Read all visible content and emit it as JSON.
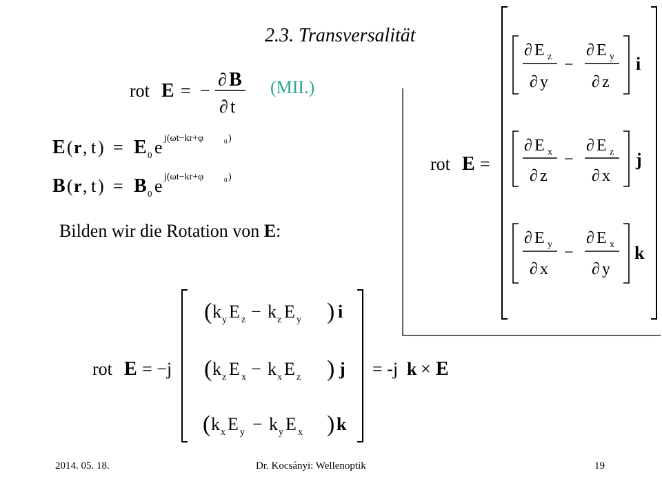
{
  "slide": {
    "title": "2.3. Transversalität",
    "mii_label": "(MII.)",
    "bilden_text": "Bilden wir die Rotation von ",
    "bilden_bold": "E",
    "bilden_colon": ":"
  },
  "math": {
    "rot": "rot",
    "E": "E",
    "B": "B",
    "r": "r",
    "t": "t",
    "x": "x",
    "y": "y",
    "z": "z",
    "k": "k",
    "i": "i",
    "j": "j",
    "e": "e",
    "eq": "=",
    "minus": "−",
    "partial": "∂",
    "times": "×",
    "eq_minus_j": "= −j",
    "eq_neg_jk": "= -j",
    "exponent": "j(ωt−kr+φ",
    "zero": "0",
    "close_paren": ")",
    "lparen": "(",
    "rparen": ")",
    "comma": ",",
    "open_fn": "(",
    "close_fn": ")"
  },
  "footer": {
    "date": "2014. 05. 18.",
    "author": "Dr. Kocsányi: Wellenoptik",
    "page": "19"
  }
}
